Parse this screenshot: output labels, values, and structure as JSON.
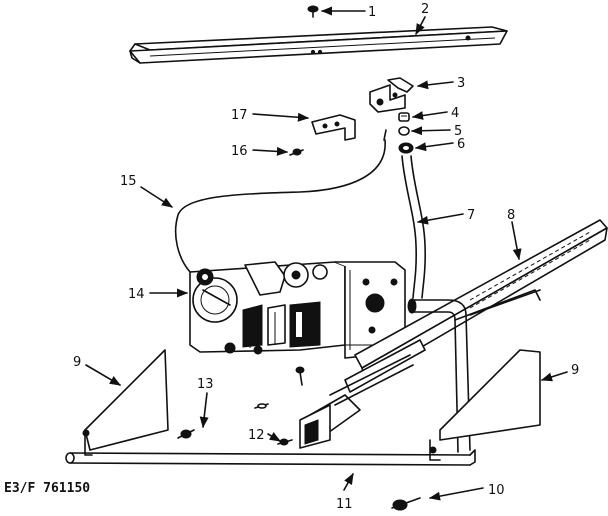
{
  "diagram": {
    "caption": "E3/F 761150",
    "callouts": [
      {
        "id": "1",
        "label": "1"
      },
      {
        "id": "2",
        "label": "2"
      },
      {
        "id": "3",
        "label": "3"
      },
      {
        "id": "4",
        "label": "4"
      },
      {
        "id": "5",
        "label": "5"
      },
      {
        "id": "6",
        "label": "6"
      },
      {
        "id": "7",
        "label": "7"
      },
      {
        "id": "8",
        "label": "8"
      },
      {
        "id": "9a",
        "label": "9"
      },
      {
        "id": "9b",
        "label": "9"
      },
      {
        "id": "10",
        "label": "10"
      },
      {
        "id": "11",
        "label": "11"
      },
      {
        "id": "12",
        "label": "12"
      },
      {
        "id": "13",
        "label": "13"
      },
      {
        "id": "14",
        "label": "14"
      },
      {
        "id": "15",
        "label": "15"
      },
      {
        "id": "16",
        "label": "16"
      },
      {
        "id": "17",
        "label": "17"
      }
    ]
  }
}
